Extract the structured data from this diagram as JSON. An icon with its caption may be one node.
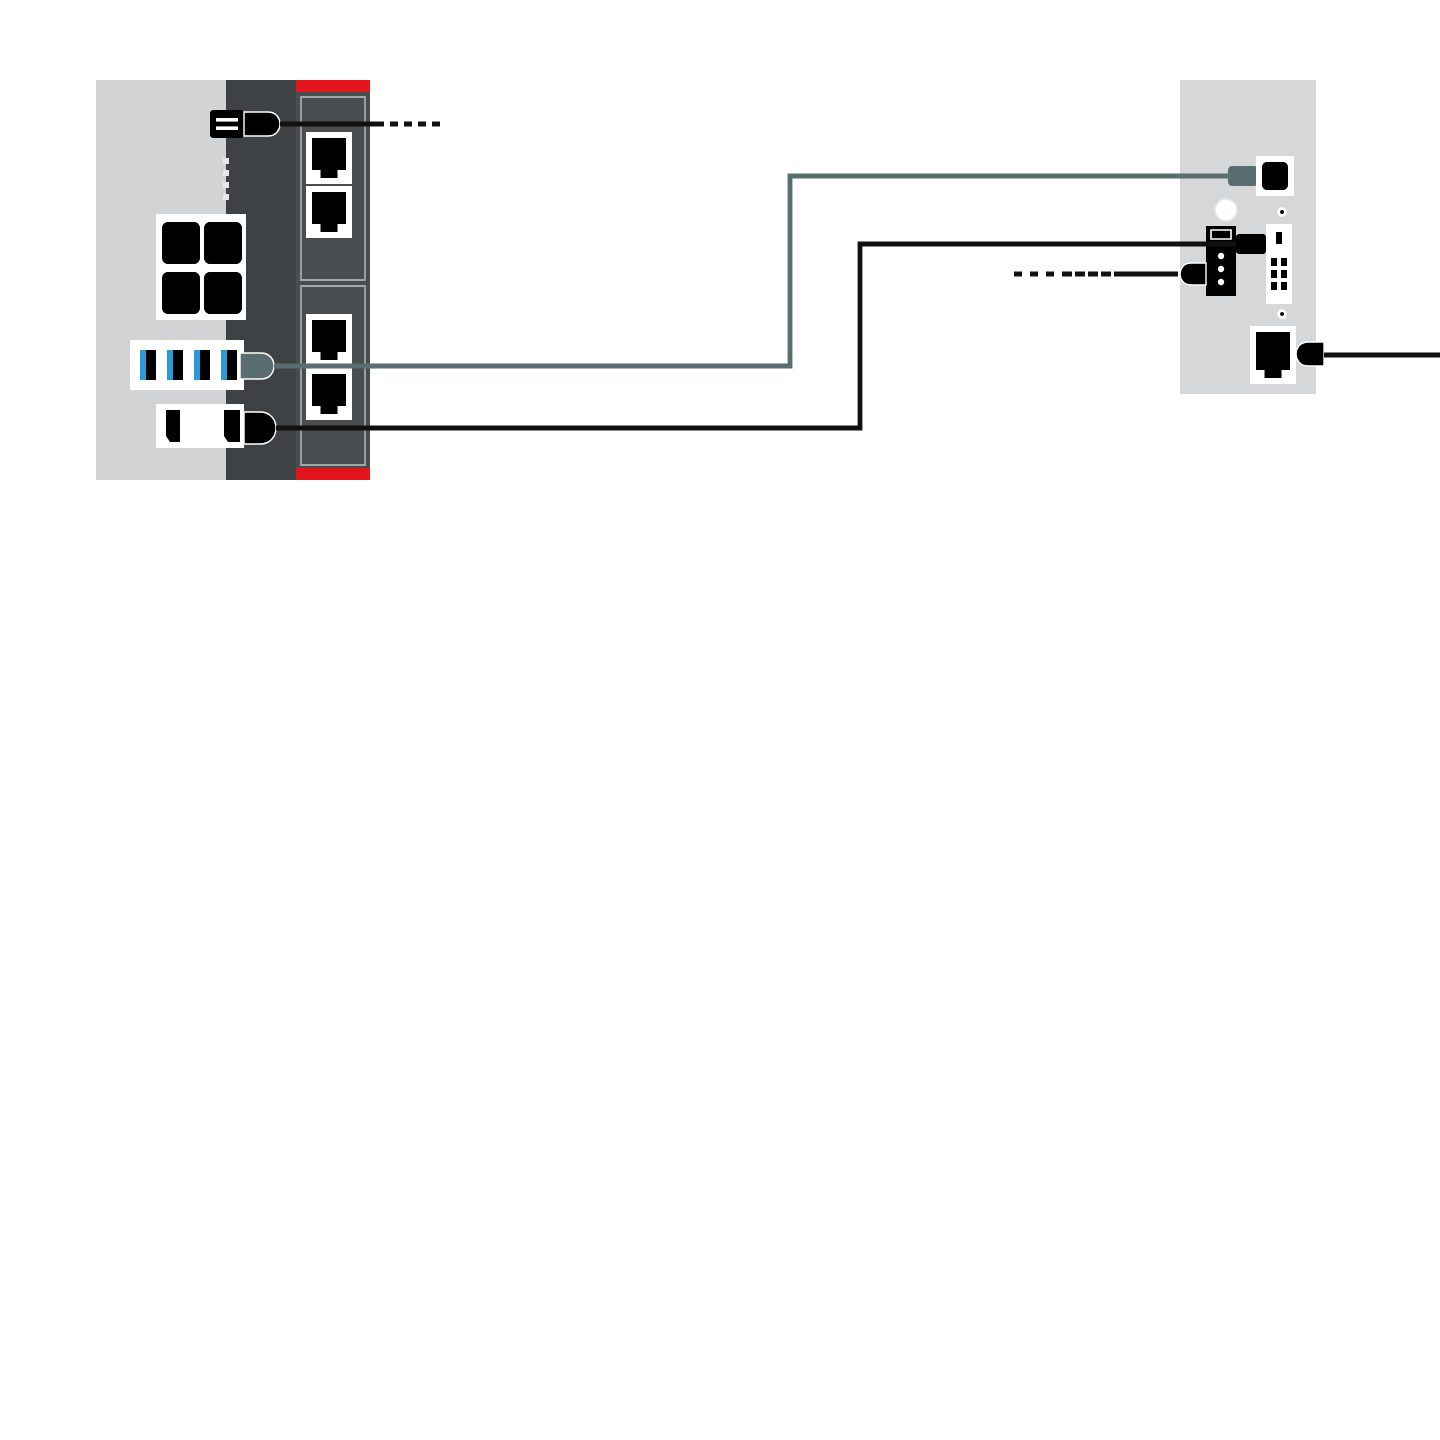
{
  "diagram": {
    "nodes": [
      {
        "text": [],
        "shape": "picture"
      },
      {
        "text": [],
        "shape": "picture"
      },
      {
        "text": [],
        "shape": "picture",
        "in": 0
      },
      {
        "text": [],
        "shape": "picture",
        "in": 0
      },
      {
        "text": [],
        "shape": "picture",
        "in": 0
      },
      {
        "text": [],
        "shape": "picture",
        "in": 1
      },
      {
        "text": [],
        "shape": "picture",
        "in": 1
      },
      {
        "text": [],
        "shape": "picture",
        "in": 1
      },
      {
        "text": [],
        "shape": "picture",
        "in": 1
      }
    ],
    "edges": [
      {
        "from": 3,
        "to": 5,
        "arrow": "none",
        "color": "#5a6e72"
      },
      {
        "from": 4,
        "to": 6,
        "arrow": "none"
      },
      {
        "from": 2,
        "to": null,
        "arrow": "none",
        "style": "dashed"
      },
      {
        "from": null,
        "to": 7,
        "arrow": "none",
        "style": "dashed"
      },
      {
        "from": 8,
        "to": null,
        "arrow": "none"
      }
    ]
  }
}
